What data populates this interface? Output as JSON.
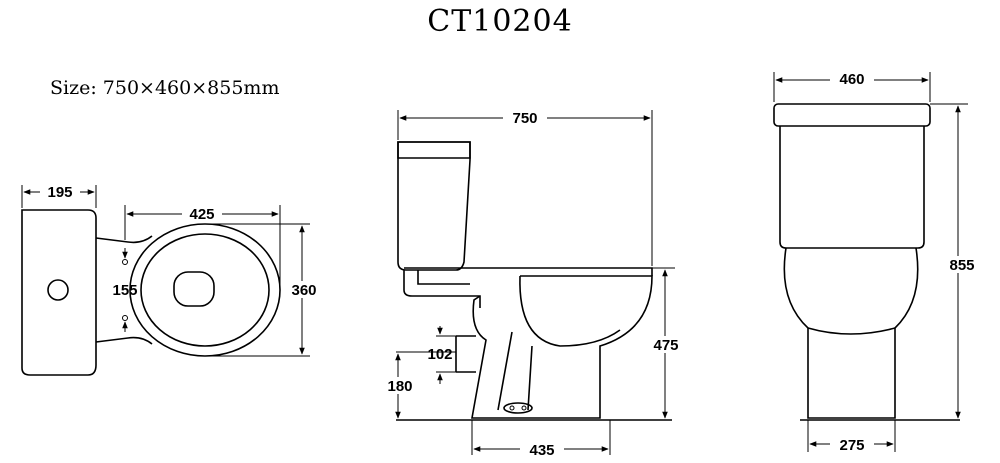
{
  "model": "CT10204",
  "size_text": "Size: 750×460×855mm",
  "dimensions": {
    "top_view_depth": "195",
    "top_view_length": "425",
    "top_view_width": "360",
    "top_view_bolt_spacing": "155",
    "side_view_length": "750",
    "side_view_rim_height": "475",
    "side_view_outlet_height": "180",
    "side_view_outlet_size": "102",
    "side_view_base": "435",
    "front_view_width": "460",
    "front_view_height": "855",
    "front_view_base": "275"
  }
}
